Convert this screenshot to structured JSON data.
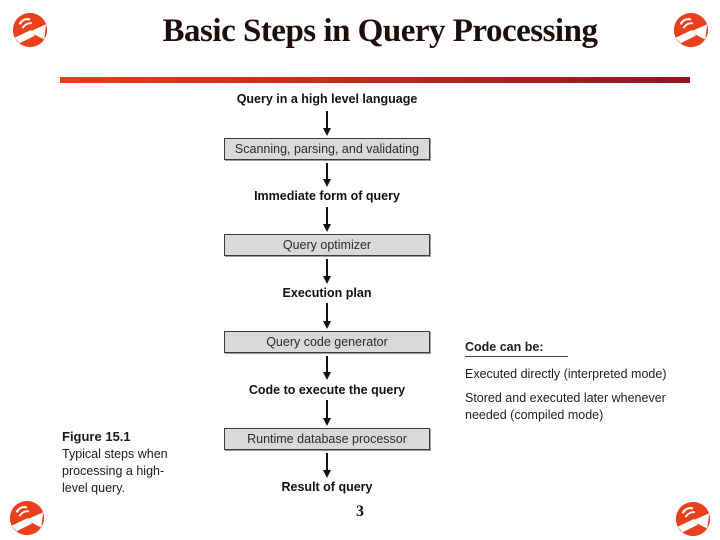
{
  "slide": {
    "title": "Basic Steps in Query Processing",
    "page_number": "3",
    "background_color": "#ffffff",
    "title_color": "#1d0e0e"
  },
  "header": {
    "divider_gradient_start": "#ee3c15",
    "divider_gradient_end": "#8e1526"
  },
  "icons": {
    "corner_logo": "globe-logo",
    "corner_logo_color": "#e8401c"
  },
  "flowchart": {
    "box_fill": "#d9d9d9",
    "box_border": "#3c3c3c",
    "connector_style": "down-arrow",
    "steps": [
      {
        "kind": "label",
        "text": "Query in a high level language"
      },
      {
        "kind": "box",
        "text": "Scanning, parsing, and validating"
      },
      {
        "kind": "label",
        "text": "Immediate form of query"
      },
      {
        "kind": "box",
        "text": "Query optimizer"
      },
      {
        "kind": "label",
        "text": "Execution plan"
      },
      {
        "kind": "box",
        "text": "Query code generator"
      },
      {
        "kind": "label",
        "text": "Code to execute the query"
      },
      {
        "kind": "box",
        "text": "Runtime database processor"
      },
      {
        "kind": "label",
        "text": "Result of query"
      }
    ]
  },
  "annotation": {
    "heading": "Code can be:",
    "lines": [
      "Executed directly (interpreted mode)",
      "Stored and executed later whenever needed (compiled mode)"
    ]
  },
  "figure_caption": {
    "label": "Figure 15.1",
    "text": "Typical steps when processing a high-level query."
  }
}
